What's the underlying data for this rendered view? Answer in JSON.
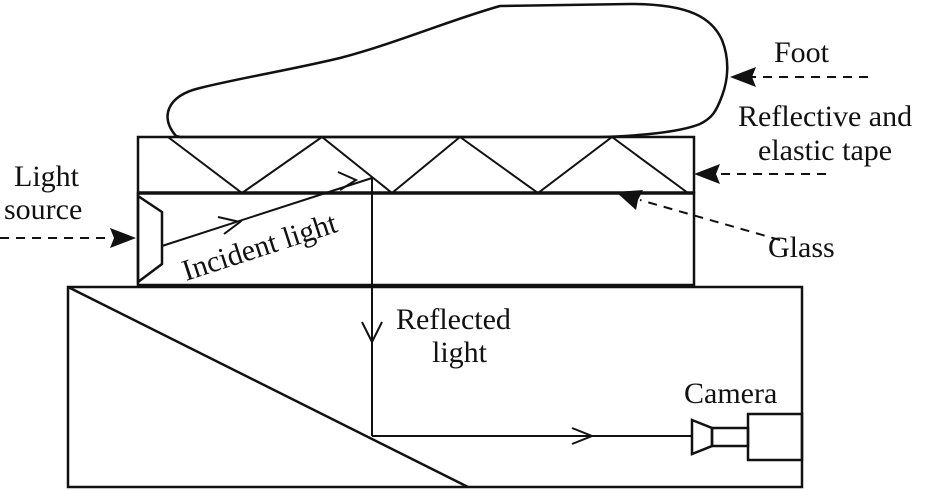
{
  "labels": {
    "foot": "Foot",
    "tape_line1": "Reflective and",
    "tape_line2": "elastic tape",
    "light_source_line1": "Light",
    "light_source_line2": "source",
    "glass": "Glass",
    "incident_light": "Incident light",
    "reflected_line1": "Reflected",
    "reflected_line2": "light",
    "camera": "Camera"
  },
  "colors": {
    "ink": "#111111",
    "background": "#ffffff"
  }
}
